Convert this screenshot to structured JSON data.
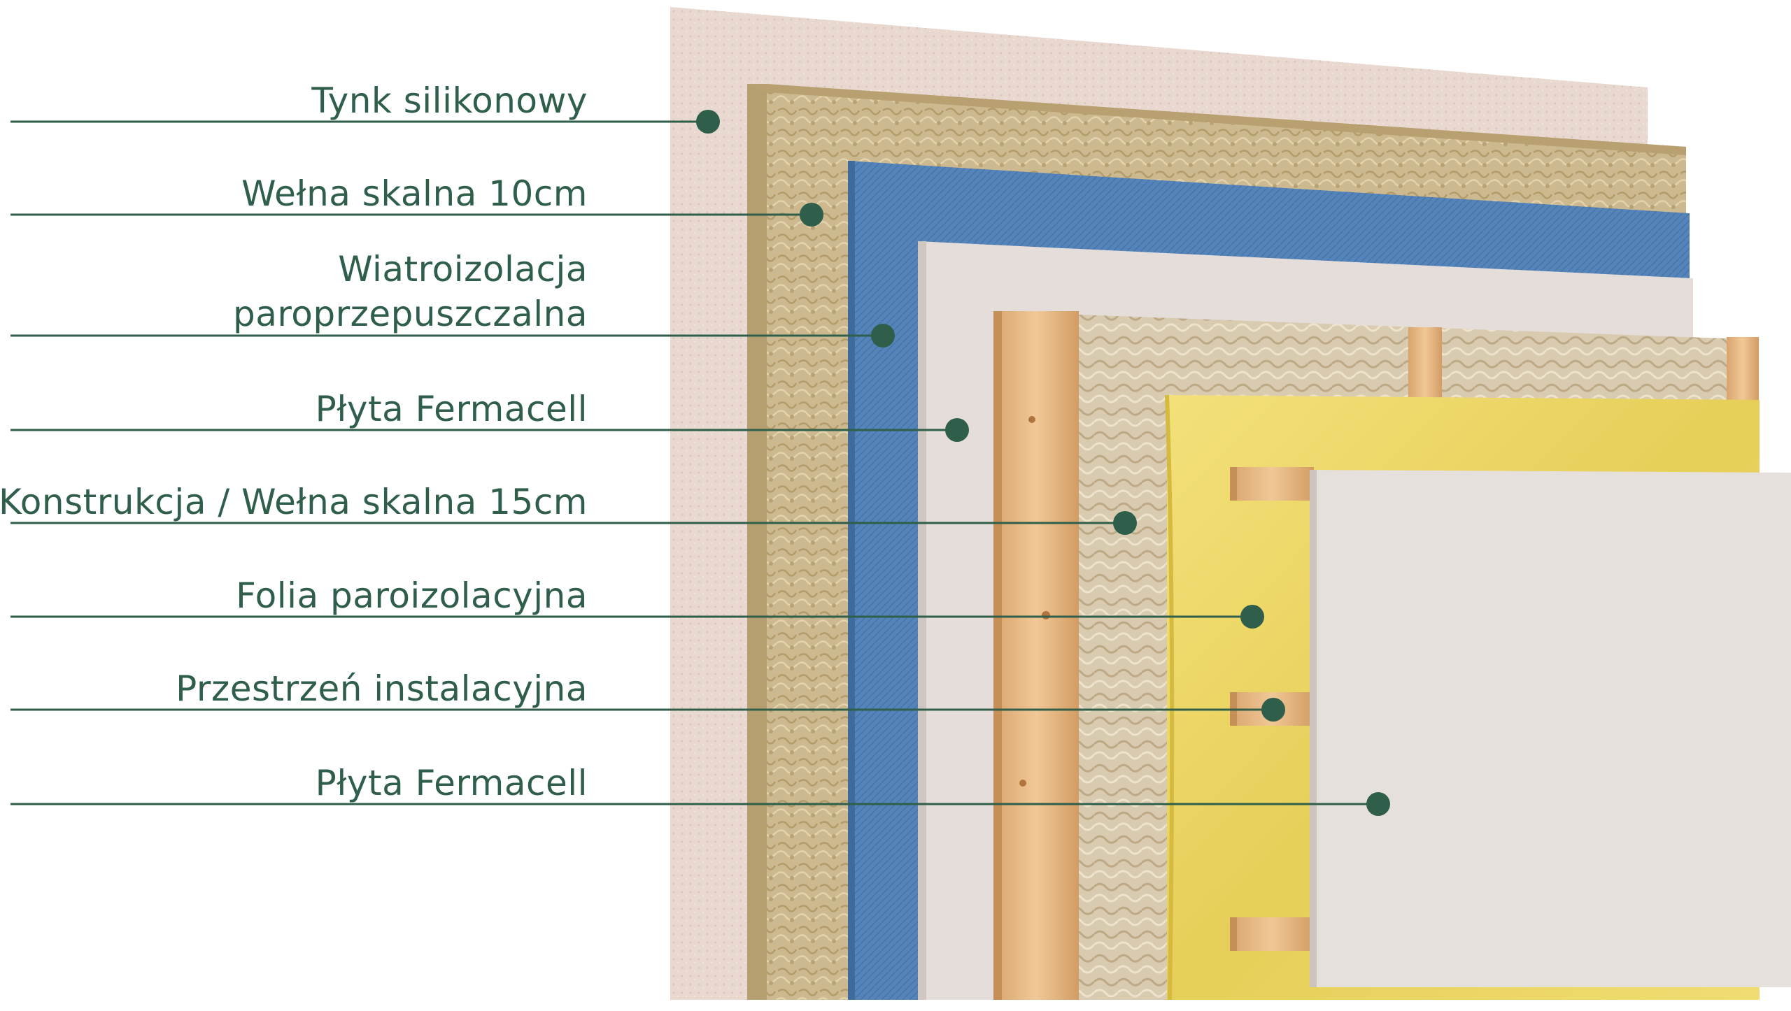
{
  "colors": {
    "accent": "#2f5e4a",
    "plaster": "#e7d6ce",
    "rockwool": "#c9b48a",
    "wind_membrane": "#4f7fb5",
    "fermacell": "#e3dcd8",
    "timber": "#e2b585",
    "vapour_foil": "#ecd766"
  },
  "layers": [
    {
      "label": "Tynk silikonowy",
      "icon": "silicone-plaster"
    },
    {
      "label": "Wełna skalna 10cm",
      "icon": "rock-wool-board"
    },
    {
      "label_line1": "Wiatroizolacja",
      "label_line2": "paroprzepuszczalna",
      "icon": "wind-membrane"
    },
    {
      "label": "Płyta Fermacell",
      "icon": "gypsum-fibre-board"
    },
    {
      "label": "Konstrukcja / Wełna skalna 15cm",
      "icon": "timber-frame-with-wool"
    },
    {
      "label": "Folia paroizolacyjna",
      "icon": "vapour-barrier-foil"
    },
    {
      "label": "Przestrzeń instalacyjna",
      "icon": "service-cavity-battens"
    },
    {
      "label": "Płyta Fermacell",
      "icon": "gypsum-fibre-board"
    }
  ]
}
